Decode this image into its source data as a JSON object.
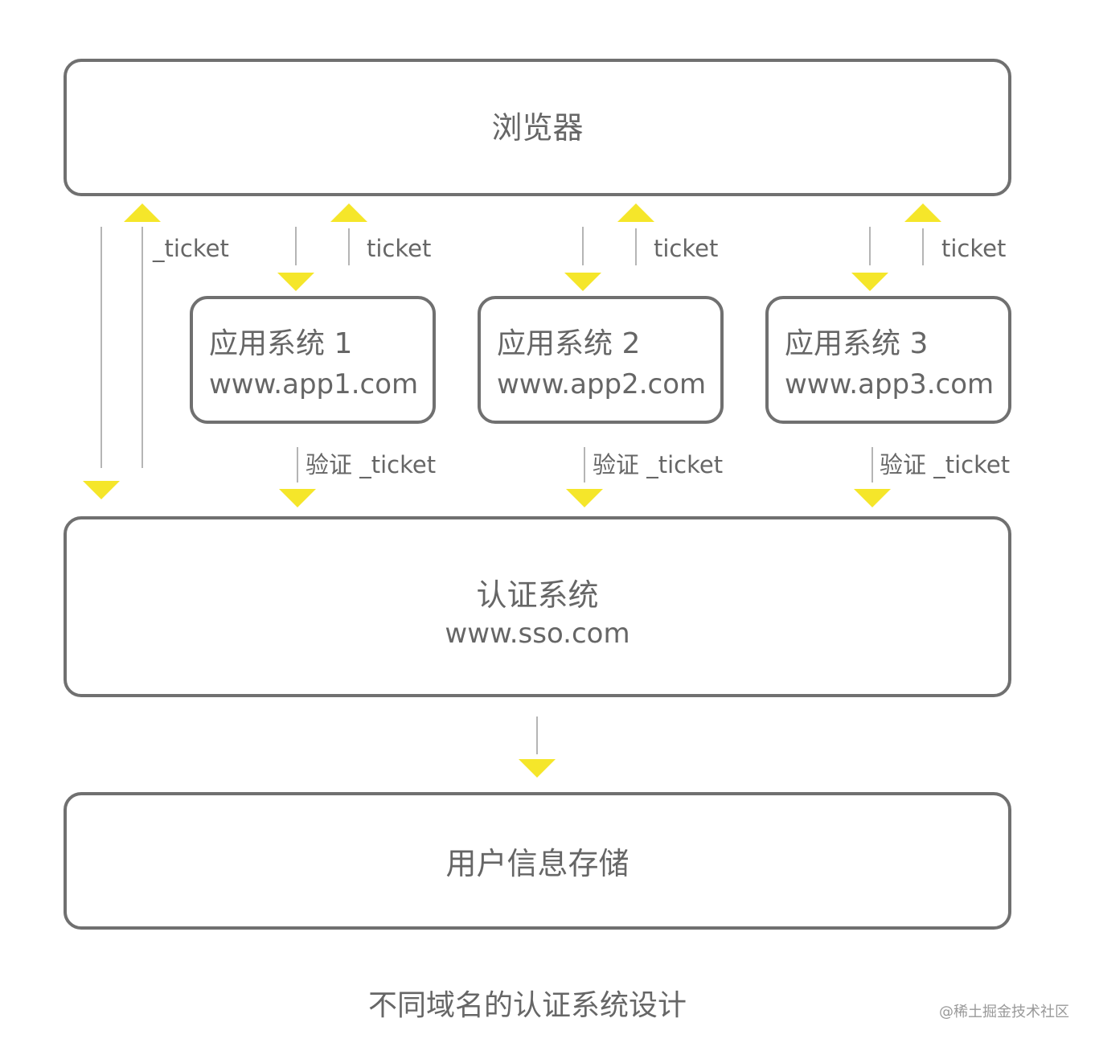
{
  "browser": {
    "title": "浏览器"
  },
  "apps": [
    {
      "name": "应用系统 1",
      "domain": "www.app1.com"
    },
    {
      "name": "应用系统 2",
      "domain": "www.app2.com"
    },
    {
      "name": "应用系统 3",
      "domain": "www.app3.com"
    }
  ],
  "auth": {
    "title": "认证系统",
    "domain": "www.sso.com"
  },
  "storage": {
    "title": "用户信息存储"
  },
  "labels": {
    "sso_ticket": "_ticket",
    "app_ticket": "ticket",
    "verify": "验证 _ticket"
  },
  "caption": "不同域名的认证系统设计",
  "watermark": "@稀土掘金技术社区",
  "colors": {
    "border": "#707070",
    "line": "#b5b5b5",
    "arrow": "#f5e62a",
    "text": "#666666"
  }
}
